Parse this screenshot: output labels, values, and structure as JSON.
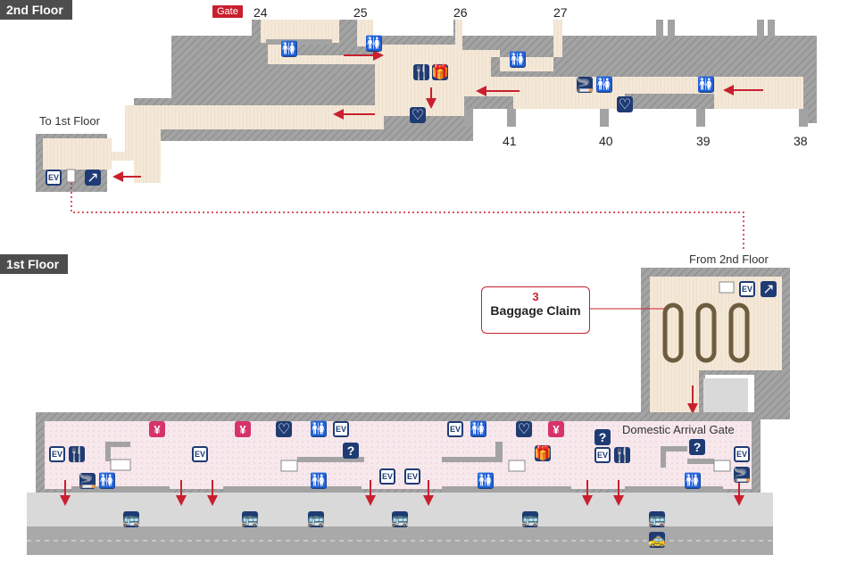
{
  "floors": {
    "upper": "2nd Floor",
    "lower": "1st Floor"
  },
  "gate_badge": "Gate",
  "gates_north": [
    "24",
    "25",
    "26",
    "27"
  ],
  "gates_south": [
    "41",
    "40",
    "39",
    "38"
  ],
  "labels": {
    "to_first": "To 1st Floor",
    "from_second": "From 2nd Floor",
    "domestic_arrival": "Domestic Arrival Gate"
  },
  "baggage": {
    "number": "3",
    "title": "Baggage Claim"
  },
  "icon_labels": {
    "elevator": "EV",
    "currency": "¥",
    "info": "?"
  },
  "colors": {
    "wall": "#9a9a9a",
    "floor2": "#f1e4d3",
    "floor1": "#f5e4e8",
    "road": "#d9d9d9",
    "lane": "#a9a9a9",
    "icon": "#1f3b73",
    "currency": "#d6336c",
    "arrow": "#c8202f"
  }
}
